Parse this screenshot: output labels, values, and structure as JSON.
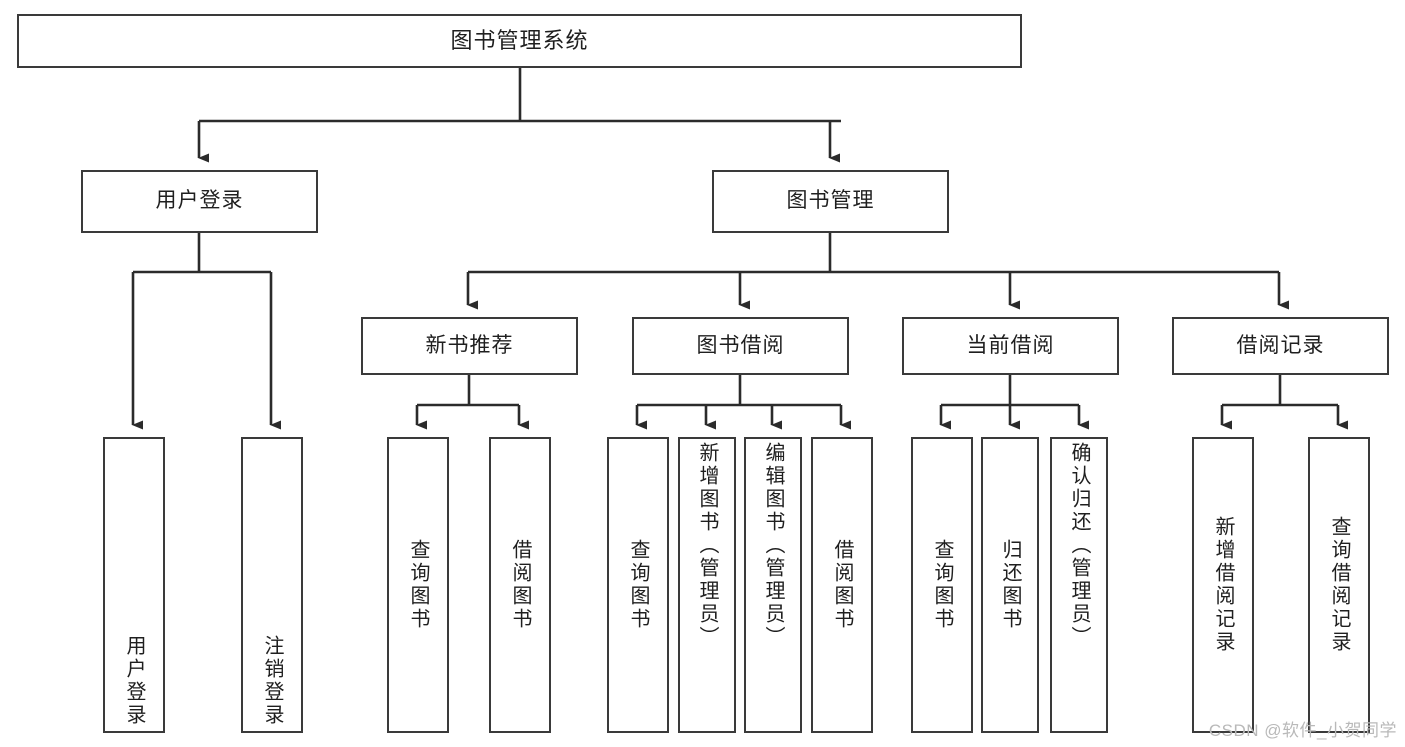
{
  "diagram": {
    "title": "图书管理系统",
    "type": "tree",
    "watermark": "CSDN @软件_小贺同学",
    "colors": {
      "box_border": "#3a3a3a",
      "box_fill": "#ffffff",
      "edge": "#2b2b2b",
      "text": "#1f1f1f",
      "watermark": "#b9b9b9",
      "background": "#ffffff"
    }
  },
  "nodes": {
    "root": {
      "label": "图书管理系统",
      "level": 0
    },
    "level1": [
      {
        "id": "user-login",
        "label": "用户登录"
      },
      {
        "id": "book-manage",
        "label": "图书管理"
      }
    ],
    "level2": [
      {
        "id": "new-book-recommend",
        "label": "新书推荐"
      },
      {
        "id": "book-borrow",
        "label": "图书借阅"
      },
      {
        "id": "current-borrow",
        "label": "当前借阅"
      },
      {
        "id": "borrow-record",
        "label": "借阅记录"
      }
    ],
    "leaves": {
      "user-login": [
        {
          "id": "leaf-user-login",
          "label": "用户登录"
        },
        {
          "id": "leaf-logout-login",
          "label": "注销登录"
        }
      ],
      "new-book-recommend": [
        {
          "id": "leaf-query-book-1",
          "label": "查询图书"
        },
        {
          "id": "leaf-borrow-book-1",
          "label": "借阅图书"
        }
      ],
      "book-borrow": [
        {
          "id": "leaf-query-book-2",
          "label": "查询图书"
        },
        {
          "id": "leaf-add-book",
          "label": "新增图书（管理员）"
        },
        {
          "id": "leaf-edit-book",
          "label": "编辑图书（管理员）"
        },
        {
          "id": "leaf-borrow-book-2",
          "label": "借阅图书"
        }
      ],
      "current-borrow": [
        {
          "id": "leaf-query-book-3",
          "label": "查询图书"
        },
        {
          "id": "leaf-return-book",
          "label": "归还图书"
        },
        {
          "id": "leaf-confirm-return",
          "label": "确认归还（管理员）"
        }
      ],
      "borrow-record": [
        {
          "id": "leaf-add-record",
          "label": "新增借阅记录"
        },
        {
          "id": "leaf-query-record",
          "label": "查询借阅记录"
        }
      ]
    }
  }
}
